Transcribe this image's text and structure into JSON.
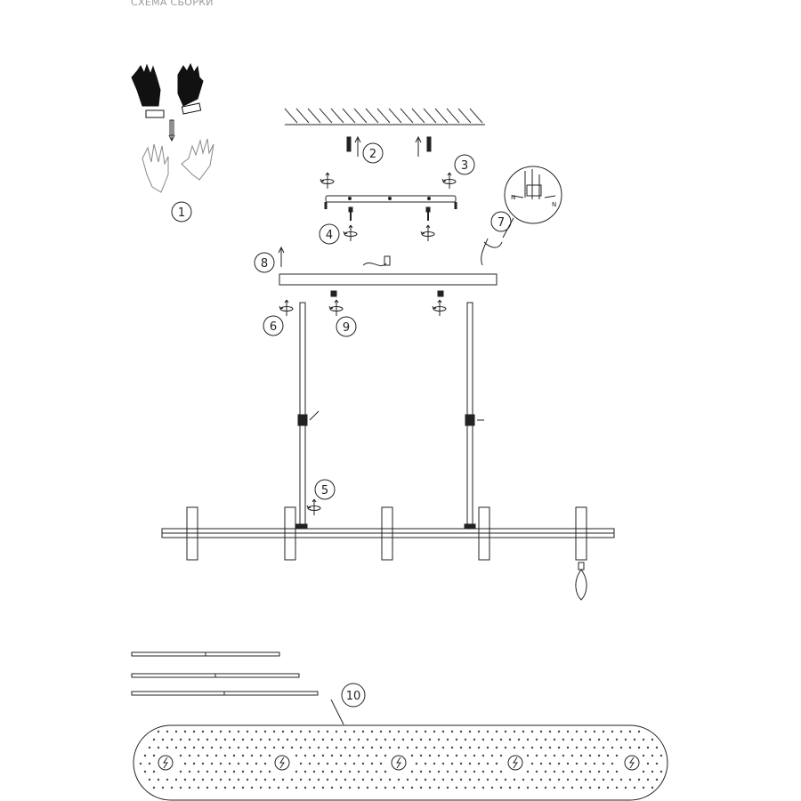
{
  "header": {
    "title": "СХЕМА СБОРКИ"
  },
  "steps": [
    {
      "label": "1"
    },
    {
      "label": "2"
    },
    {
      "label": "3"
    },
    {
      "label": "4"
    },
    {
      "label": "5"
    },
    {
      "label": "6"
    },
    {
      "label": "7"
    },
    {
      "label": "8"
    },
    {
      "label": "9"
    },
    {
      "label": "10"
    }
  ],
  "colors": {
    "line": "#222222",
    "fill": "#ffffff",
    "title": "#9a9a9a",
    "glove": "#111111"
  },
  "icons": [
    "gloves-icon",
    "bare-hands-icon",
    "screw-icon",
    "dowel-icon",
    "screwdriver-icon",
    "rotate-icon",
    "wire-connection-icon",
    "light-bulb-icon",
    "bolt-icon"
  ]
}
